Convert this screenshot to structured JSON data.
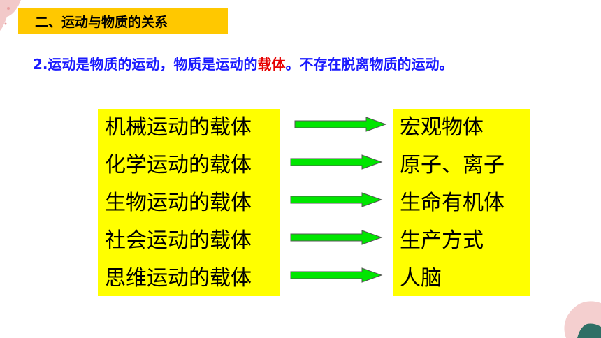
{
  "heading": {
    "text": "二、运动与物质的关系"
  },
  "statement": {
    "prefix": "2.运动是物质的运动，物质是运动的",
    "highlight": "载体",
    "suffix": "。不存在脱离物质的运动。"
  },
  "carriers": [
    {
      "motion": "机械运动的载体",
      "carrier": "宏观物体"
    },
    {
      "motion": "化学运动的载体",
      "carrier": "原子、离子"
    },
    {
      "motion": "生物运动的载体",
      "carrier": "生命有机体"
    },
    {
      "motion": "社会运动的载体",
      "carrier": "生产方式"
    },
    {
      "motion": "思维运动的载体",
      "carrier": "人脑"
    }
  ],
  "colors": {
    "heading_bg": "#ffc800",
    "statement": "#1a1aff",
    "highlight": "#e60000",
    "box_bg": "#ffff00",
    "arrow_fill": "#00e600"
  },
  "icons": {
    "arrow": "right-arrow-icon"
  }
}
